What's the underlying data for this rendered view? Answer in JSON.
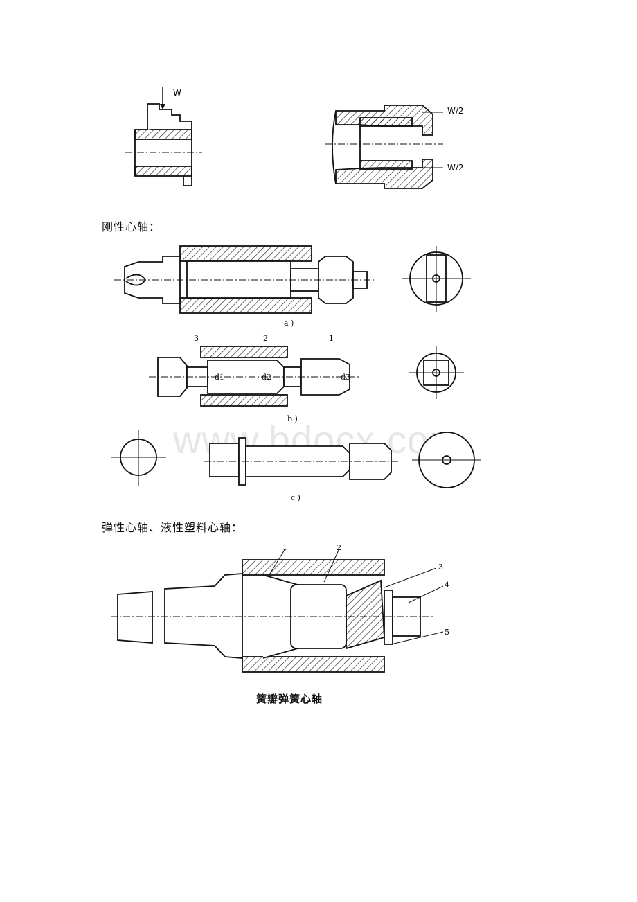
{
  "figures": {
    "clamp": {
      "load_label": "W",
      "half_load_top": "W/2",
      "half_load_bottom": "W/2"
    },
    "rigid": {
      "sub_a": "a )",
      "sub_b": "b )",
      "sub_c": "c )",
      "part_1": "1",
      "part_2": "2",
      "part_3": "3",
      "dim_d1": "d1",
      "dim_d2": "d2",
      "dim_d3": "d3"
    },
    "spring": {
      "part_1": "1",
      "part_2": "2",
      "part_3": "3",
      "part_4": "4",
      "part_5": "5"
    }
  },
  "sections": {
    "rigid_heading": "刚性心轴：",
    "elastic_heading": "弹性心轴、液性塑料心轴："
  },
  "caption": "簧瓣弹簧心轴",
  "watermark": "www.bdocx.com"
}
